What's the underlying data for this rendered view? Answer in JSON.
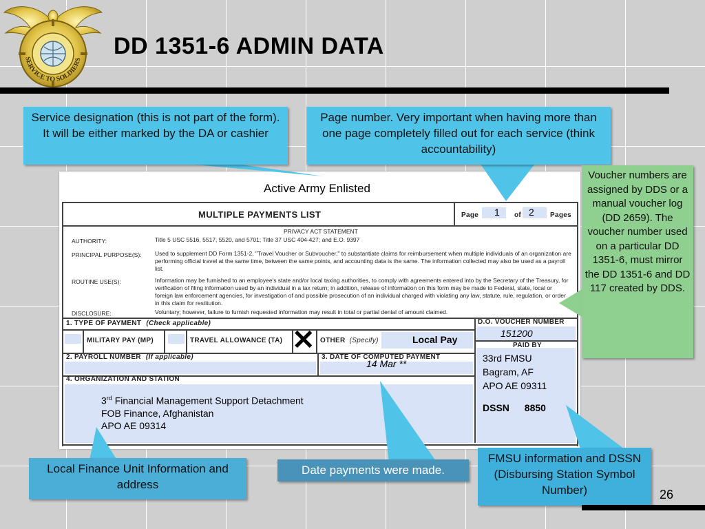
{
  "slide": {
    "title": "DD 1351-6 ADMIN DATA",
    "page_number": "26"
  },
  "logo": {
    "text": "SERVICE TO SOLDIERS"
  },
  "callouts": {
    "service_designation": "Service designation (this is not part of the form).  It will be either marked by the DA or cashier",
    "page_number": "Page number. Very important when having more than one page completely filled out for each service (think accountability)",
    "voucher_numbers": "Voucher numbers are assigned by DDS or a manual voucher log (DD 2659).  The voucher number used on a particular DD 1351-6, must mirror the DD 1351-6 and DD 117 created by DDS.",
    "local_finance": "Local Finance Unit Information and address",
    "date_payments": "Date payments were made.",
    "fmsu_info": "FMSU information and DSSN (Disbursing Station Symbol Number)"
  },
  "form": {
    "service_designation": "Active Army Enlisted",
    "header": "MULTIPLE PAYMENTS LIST",
    "page_label": "Page",
    "page_value": "1",
    "of_label": "of",
    "pages_value": "2",
    "pages_label": "Pages",
    "privacy_heading": "PRIVACY ACT STATEMENT",
    "authority_label": "AUTHORITY:",
    "authority_text": "Title 5 USC 5516, 5517, 5520, and 5701; Title 37 USC 404-427; and E.O. 9397",
    "principal_label": "PRINCIPAL PURPOSE(S):",
    "principal_text": "Used to supplement DD Form 1351-2, \"Travel Voucher or Subvoucher,\" to substantiate claims for reimbursement when multiple individuals of an organization are performing official travel at the same time, between the same points, and accounting data is the same. The information collected may also be used as a payroll list.",
    "routine_label": "ROUTINE USE(S):",
    "routine_text": "Information may be furnished to an employee's state and/or local taxing authorities, to comply with agreements entered into by the Secretary of the Treasury, for verification of filing information used by an individual in a tax return; in addition, release of information on this form may be made to Federal, state, local or foreign law enforcement agencies, for investigation of and possible prosecution of an individual charged with violating any law, statute, rule, regulation, or order in this claim for restitution.",
    "disclosure_label": "DISCLOSURE:",
    "disclosure_text": "Voluntary; however, failure to furnish requested information may result in total or partial denial of amount claimed.",
    "type_of_payment_label": "1.  TYPE OF PAYMENT",
    "type_of_payment_hint": "(Check applicable)",
    "military_pay_label": "MILITARY PAY (MP)",
    "travel_allowance_label": "TRAVEL ALLOWANCE (TA)",
    "other_label": "OTHER",
    "other_hint": "(Specify)",
    "other_value": "Local Pay",
    "do_voucher_label": "D.O. VOUCHER NUMBER",
    "do_voucher_value": "151200",
    "paid_by_label": "PAID BY",
    "paid_by_lines": [
      "33rd FMSU",
      "Bagram, AF",
      "APO AE 09311"
    ],
    "dssn_label": "DSSN",
    "dssn_value": "8850",
    "payroll_label": "2.  PAYROLL NUMBER",
    "payroll_hint": "(If applicable)",
    "date_computed_label": "3.  DATE OF COMPUTED PAYMENT",
    "date_computed_value": "14 Mar **",
    "org_station_label": "4.  ORGANIZATION AND STATION",
    "org_line1_num": "3",
    "org_line1_sup": "rd",
    "org_line1_rest": " Financial Management Support Detachment",
    "org_line2": "FOB Finance, Afghanistan",
    "org_line3": "APO AE 09314"
  },
  "colors": {
    "callout_light": "#4fc3e8",
    "callout_dark": "#4a93b8",
    "callout_green": "#8fcf8f",
    "form_fill": "#d9e3f7"
  }
}
